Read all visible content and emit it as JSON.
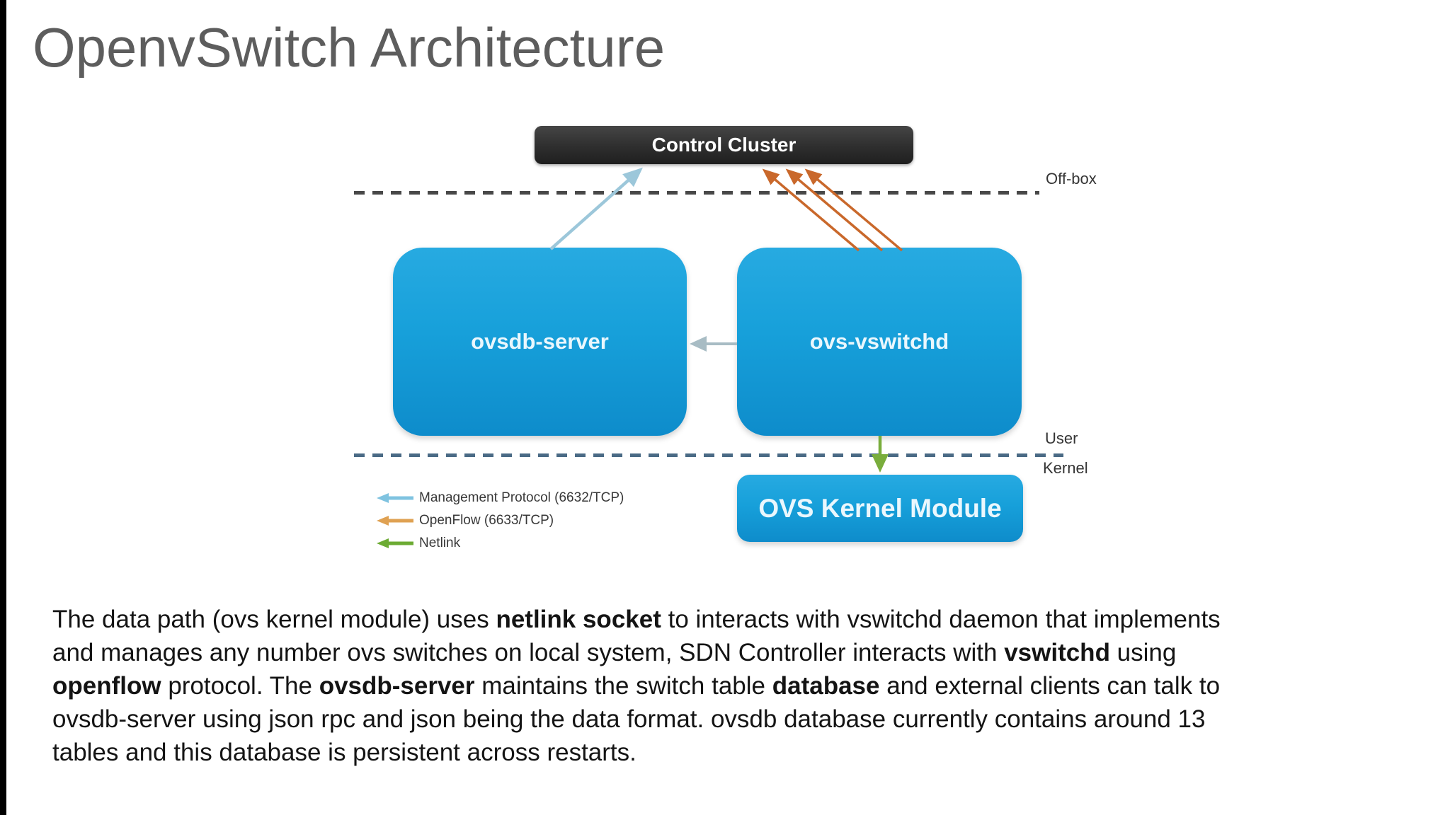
{
  "page": {
    "title": "OpenvSwitch Architecture"
  },
  "diagram": {
    "control_cluster": {
      "label": "Control Cluster"
    },
    "boxes": {
      "ovsdb": "ovsdb-server",
      "vswitchd": "ovs-vswitchd",
      "kernel": "OVS Kernel Module"
    },
    "zones": {
      "offbox": "Off-box",
      "user": "User",
      "kernel": "Kernel"
    },
    "legend": [
      {
        "label": "Management Protocol (6632/TCP)",
        "color": "#7fc3e0"
      },
      {
        "label": "OpenFlow (6633/TCP)",
        "color": "#dfa152"
      },
      {
        "label": "Netlink",
        "color": "#6cab33"
      }
    ],
    "colors": {
      "box_blue": "#17a0da",
      "control_cluster_dark": "#2e2e2e",
      "management_arrow": "#9cc7da",
      "openflow_arrow": "#c9682b",
      "netlink_arrow": "#79ad3c",
      "interbox_arrow": "#a8bcc4",
      "title_gray": "#5d5d5d"
    }
  },
  "paragraph": {
    "lines": [
      [
        {
          "t": "The data path (ovs kernel module) uses "
        },
        {
          "t": "netlink socket",
          "b": true
        },
        {
          "t": " to interacts with vswitchd daemon that implements"
        }
      ],
      [
        {
          "t": "and manages any number ovs switches on local system, SDN Controller interacts with "
        },
        {
          "t": "vswitchd",
          "b": true
        },
        {
          "t": " using"
        }
      ],
      [
        {
          "t": "openflow",
          "b": true
        },
        {
          "t": " protocol. The "
        },
        {
          "t": "ovsdb-server",
          "b": true
        },
        {
          "t": " maintains the switch table "
        },
        {
          "t": "database",
          "b": true
        },
        {
          "t": " and external clients can talk to"
        }
      ],
      [
        {
          "t": "ovsdb-server using json rpc and json being the data format. ovsdb database currently contains around 13"
        }
      ],
      [
        {
          "t": "tables and this database is persistent across restarts."
        }
      ]
    ]
  }
}
